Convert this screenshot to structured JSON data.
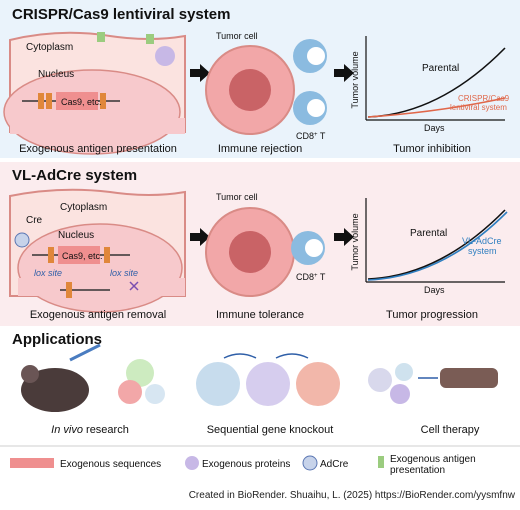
{
  "panel1": {
    "title": "CRISPR/Cas9 lentiviral system",
    "cytoplasm": "Cytoplasm",
    "nucleus": "Nucleus",
    "gene": "Cas9, etc.",
    "tumor_cell": "Tumor cell",
    "cd8": "CD8",
    "cd8_sup": "+",
    "cd8_suffix": " T",
    "caption1": "Exogenous antigen presentation",
    "caption2": "Immune rejection",
    "caption3": "Tumor inhibition",
    "ylabel": "Tumor volume",
    "xlabel": "Days",
    "series1": "Parental",
    "series2_line1": "CRISPR/Cas9",
    "series2_line2": "lentiviral system"
  },
  "panel2": {
    "title": "VL-AdCre system",
    "cytoplasm": "Cytoplasm",
    "cre": "Cre",
    "nucleus": "Nucleus",
    "gene": "Cas9, etc.",
    "lox1": "lox site",
    "lox2": "lox site",
    "tumor_cell": "Tumor cell",
    "cd8": "CD8",
    "cd8_sup": "+",
    "cd8_suffix": " T",
    "caption1": "Exogenous antigen removal",
    "caption2": "Immune tolerance",
    "caption3": "Tumor progression",
    "ylabel": "Tumor volume",
    "xlabel": "Days",
    "series1": "Parental",
    "series2_line1": "VL-AdCre",
    "series2_line2": "system"
  },
  "panel3": {
    "title": "Applications",
    "caption1_italic": "In vivo",
    "caption1_rest": " research",
    "caption2": "Sequential gene knockout",
    "caption3": "Cell therapy"
  },
  "legend": {
    "item1": "Exogenous sequences",
    "item2": "Exogenous proteins",
    "item3": "AdCre",
    "item4_line1": "Exogenous antigen",
    "item4_line2": "presentation"
  },
  "footer": "Created in BioRender. Shuaihu, L. (2025) https://BioRender.com/yysmfnw",
  "colors": {
    "panel1_bg": "#eaf3fb",
    "panel2_bg": "#fbecee",
    "panel3_bg": "#ffffff",
    "nucleus": "#f7c9cc",
    "tumor_cell": "#f2a7a8",
    "t_cell": "#8bbbe0",
    "parental_line": "#111111",
    "crispr_line": "#e0674a",
    "adcre_line": "#2f7fc0"
  }
}
